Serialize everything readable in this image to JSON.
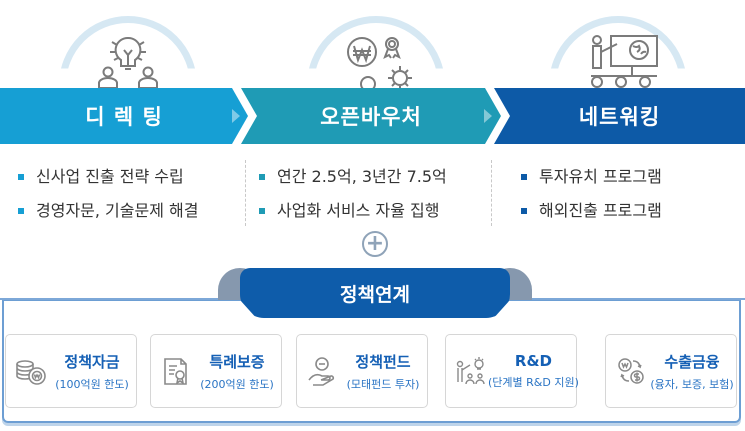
{
  "programs": [
    {
      "title": "디 렉 팅",
      "color": "#169fd4",
      "icon": "lightbulb-people-icon",
      "items": [
        "신사업 진출 전략 수립",
        "경영자문, 기술문제 해결"
      ]
    },
    {
      "title": "오픈바우처",
      "color": "#1f9bb5",
      "icon": "won-award-gear-icon",
      "items": [
        "연간 2.5억, 3년간 7.5억",
        "사업화 서비스 자율 집행"
      ]
    },
    {
      "title": "네트워킹",
      "color": "#0d5aa7",
      "icon": "presentation-globe-icon",
      "items": [
        "투자유치 프로그램",
        "해외진출 프로그램"
      ]
    }
  ],
  "plus_symbol": "+",
  "policy": {
    "title": "정책연계",
    "color": "#0e5caa",
    "cards": [
      {
        "title": "정책자금",
        "subtitle": "(100억원 한도)",
        "icon": "coins-won-icon"
      },
      {
        "title": "특례보증",
        "subtitle": "(200억원 한도)",
        "icon": "certificate-document-icon"
      },
      {
        "title": "정책펀드",
        "subtitle": "(모태펀드 투자)",
        "icon": "hand-money-icon"
      },
      {
        "title": "R&D",
        "subtitle": "(단계별 R&D 지원)",
        "icon": "research-team-icon"
      },
      {
        "title": "수출금융",
        "subtitle": "(융자, 보증, 보험)",
        "icon": "currency-exchange-icon"
      }
    ]
  }
}
